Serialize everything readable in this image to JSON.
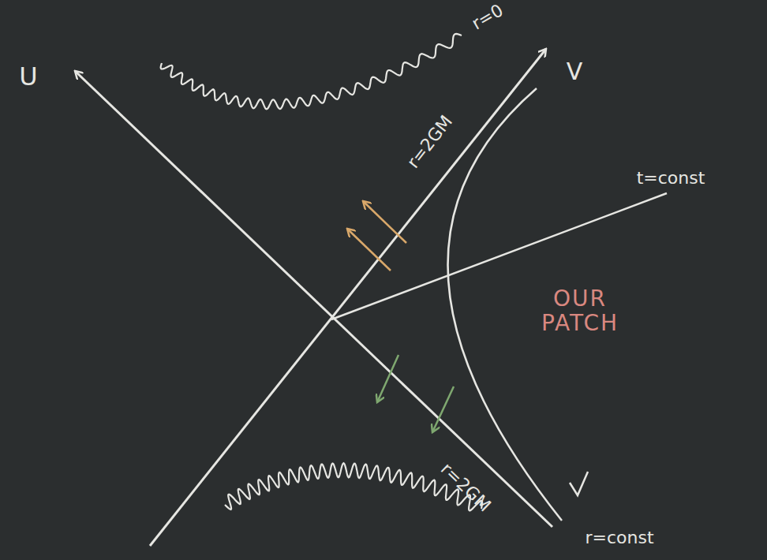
{
  "diagram": {
    "labels": [
      "U",
      "V",
      "r=0",
      "r=2GM",
      "t=const",
      "OUR PATCH",
      "r=2GM",
      "r=const"
    ]
  }
}
